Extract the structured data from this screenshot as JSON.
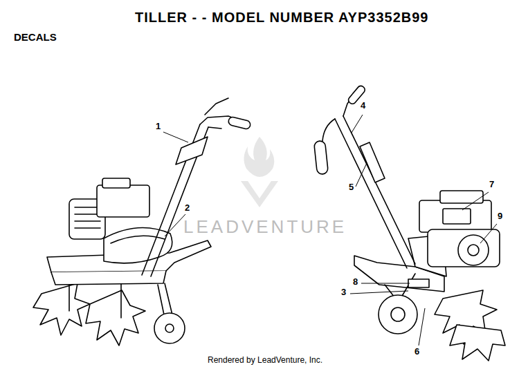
{
  "diagram": {
    "title": "TILLER - - MODEL NUMBER AYP3352B99",
    "labels": [
      "DECALS",
      "1",
      "2",
      "LEADVENTURE",
      "4",
      "5",
      "7",
      "9",
      "8",
      "3",
      "6",
      "Rendered by LeadVenture, Inc."
    ]
  }
}
